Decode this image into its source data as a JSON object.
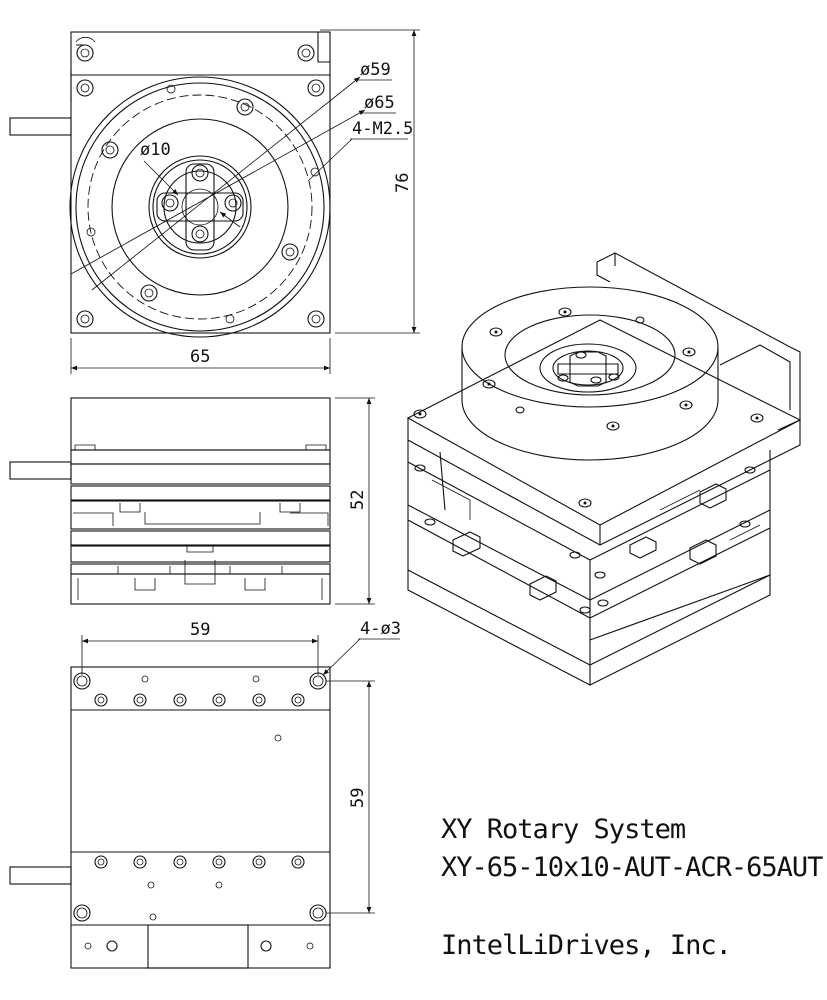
{
  "drawing": {
    "title_line1": "XY Rotary System",
    "title_line2": "XY-65-10x10-AUT-ACR-65AUT",
    "company": "IntelLiDrives, Inc."
  },
  "dimensions": {
    "top_width": "65",
    "top_height": "76",
    "dia_59": "ø59",
    "dia_65": "ø65",
    "thread": "4-M2.5",
    "dia_10": "ø10",
    "side_height": "52",
    "bottom_width": "59",
    "bottom_height": "59",
    "holes": "4-ø3"
  }
}
